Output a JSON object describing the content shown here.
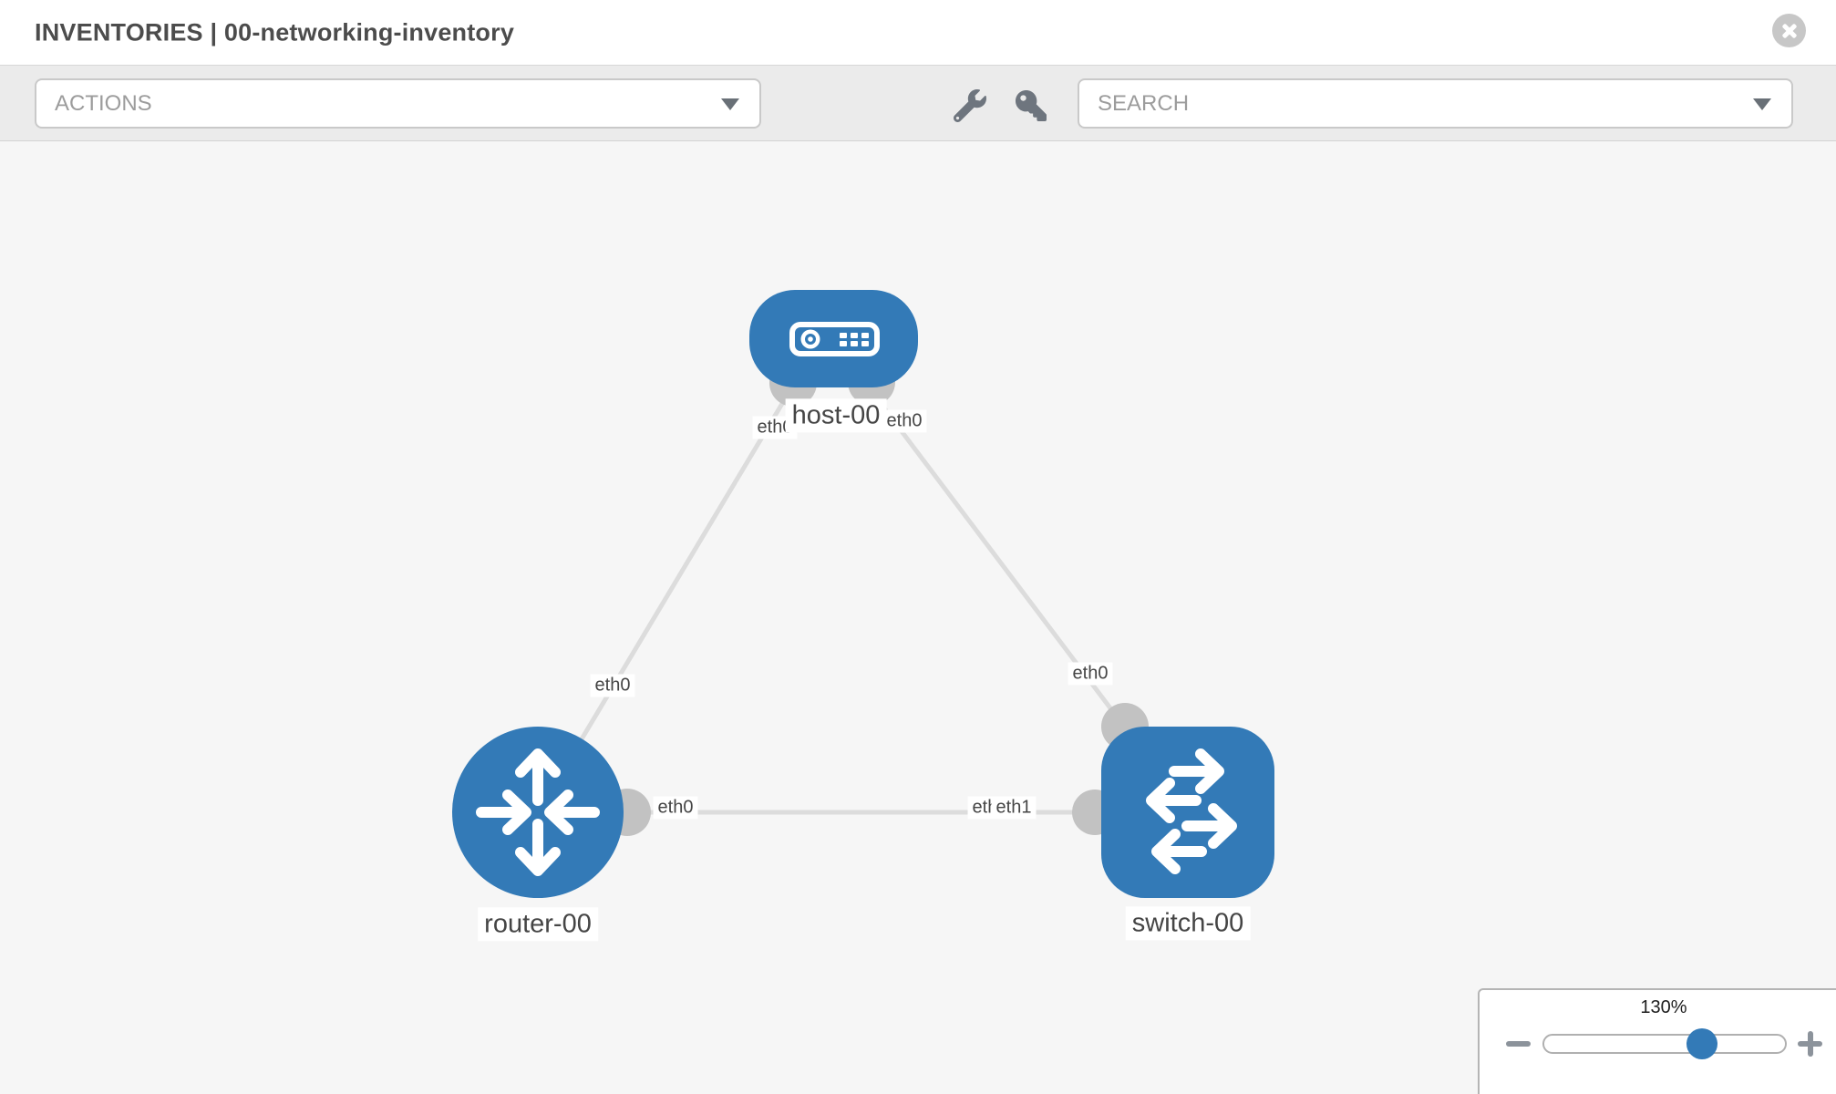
{
  "header": {
    "title": "INVENTORIES | 00-networking-inventory"
  },
  "toolbar": {
    "actions_label": "ACTIONS",
    "search_label": "SEARCH"
  },
  "icons": {
    "close-icon": "circle-x",
    "wrench-icon": "wrench",
    "key-icon": "key",
    "chevron-down-icon": "▼",
    "minus-icon": "−",
    "plus-icon": "+"
  },
  "topology": {
    "nodes": [
      {
        "label": "host-00",
        "type": "host",
        "shape": "rounded-rect",
        "color": "#337ab7"
      },
      {
        "label": "router-00",
        "type": "router",
        "shape": "circle",
        "color": "#337ab7"
      },
      {
        "label": "switch-00",
        "type": "switch",
        "shape": "rounded-square",
        "color": "#337ab7"
      }
    ],
    "links": [
      {
        "from": "host-00",
        "to": "router-00",
        "ends": [
          "eth0",
          "eth0"
        ]
      },
      {
        "from": "host-00",
        "to": "switch-00",
        "ends": [
          "eth0",
          "eth0"
        ]
      },
      {
        "from": "router-00",
        "to": "switch-00",
        "ends": [
          "eth0",
          "eth0",
          "eth1"
        ]
      }
    ]
  },
  "zoom_control": {
    "level": "130%"
  },
  "colors": {
    "node_blue": "#337ab7",
    "link_gray": "#dcdcdc",
    "connector_gray": "#c2c2c2",
    "toolbar_bg": "#ebebeb",
    "canvas_bg": "#f6f6f6"
  }
}
